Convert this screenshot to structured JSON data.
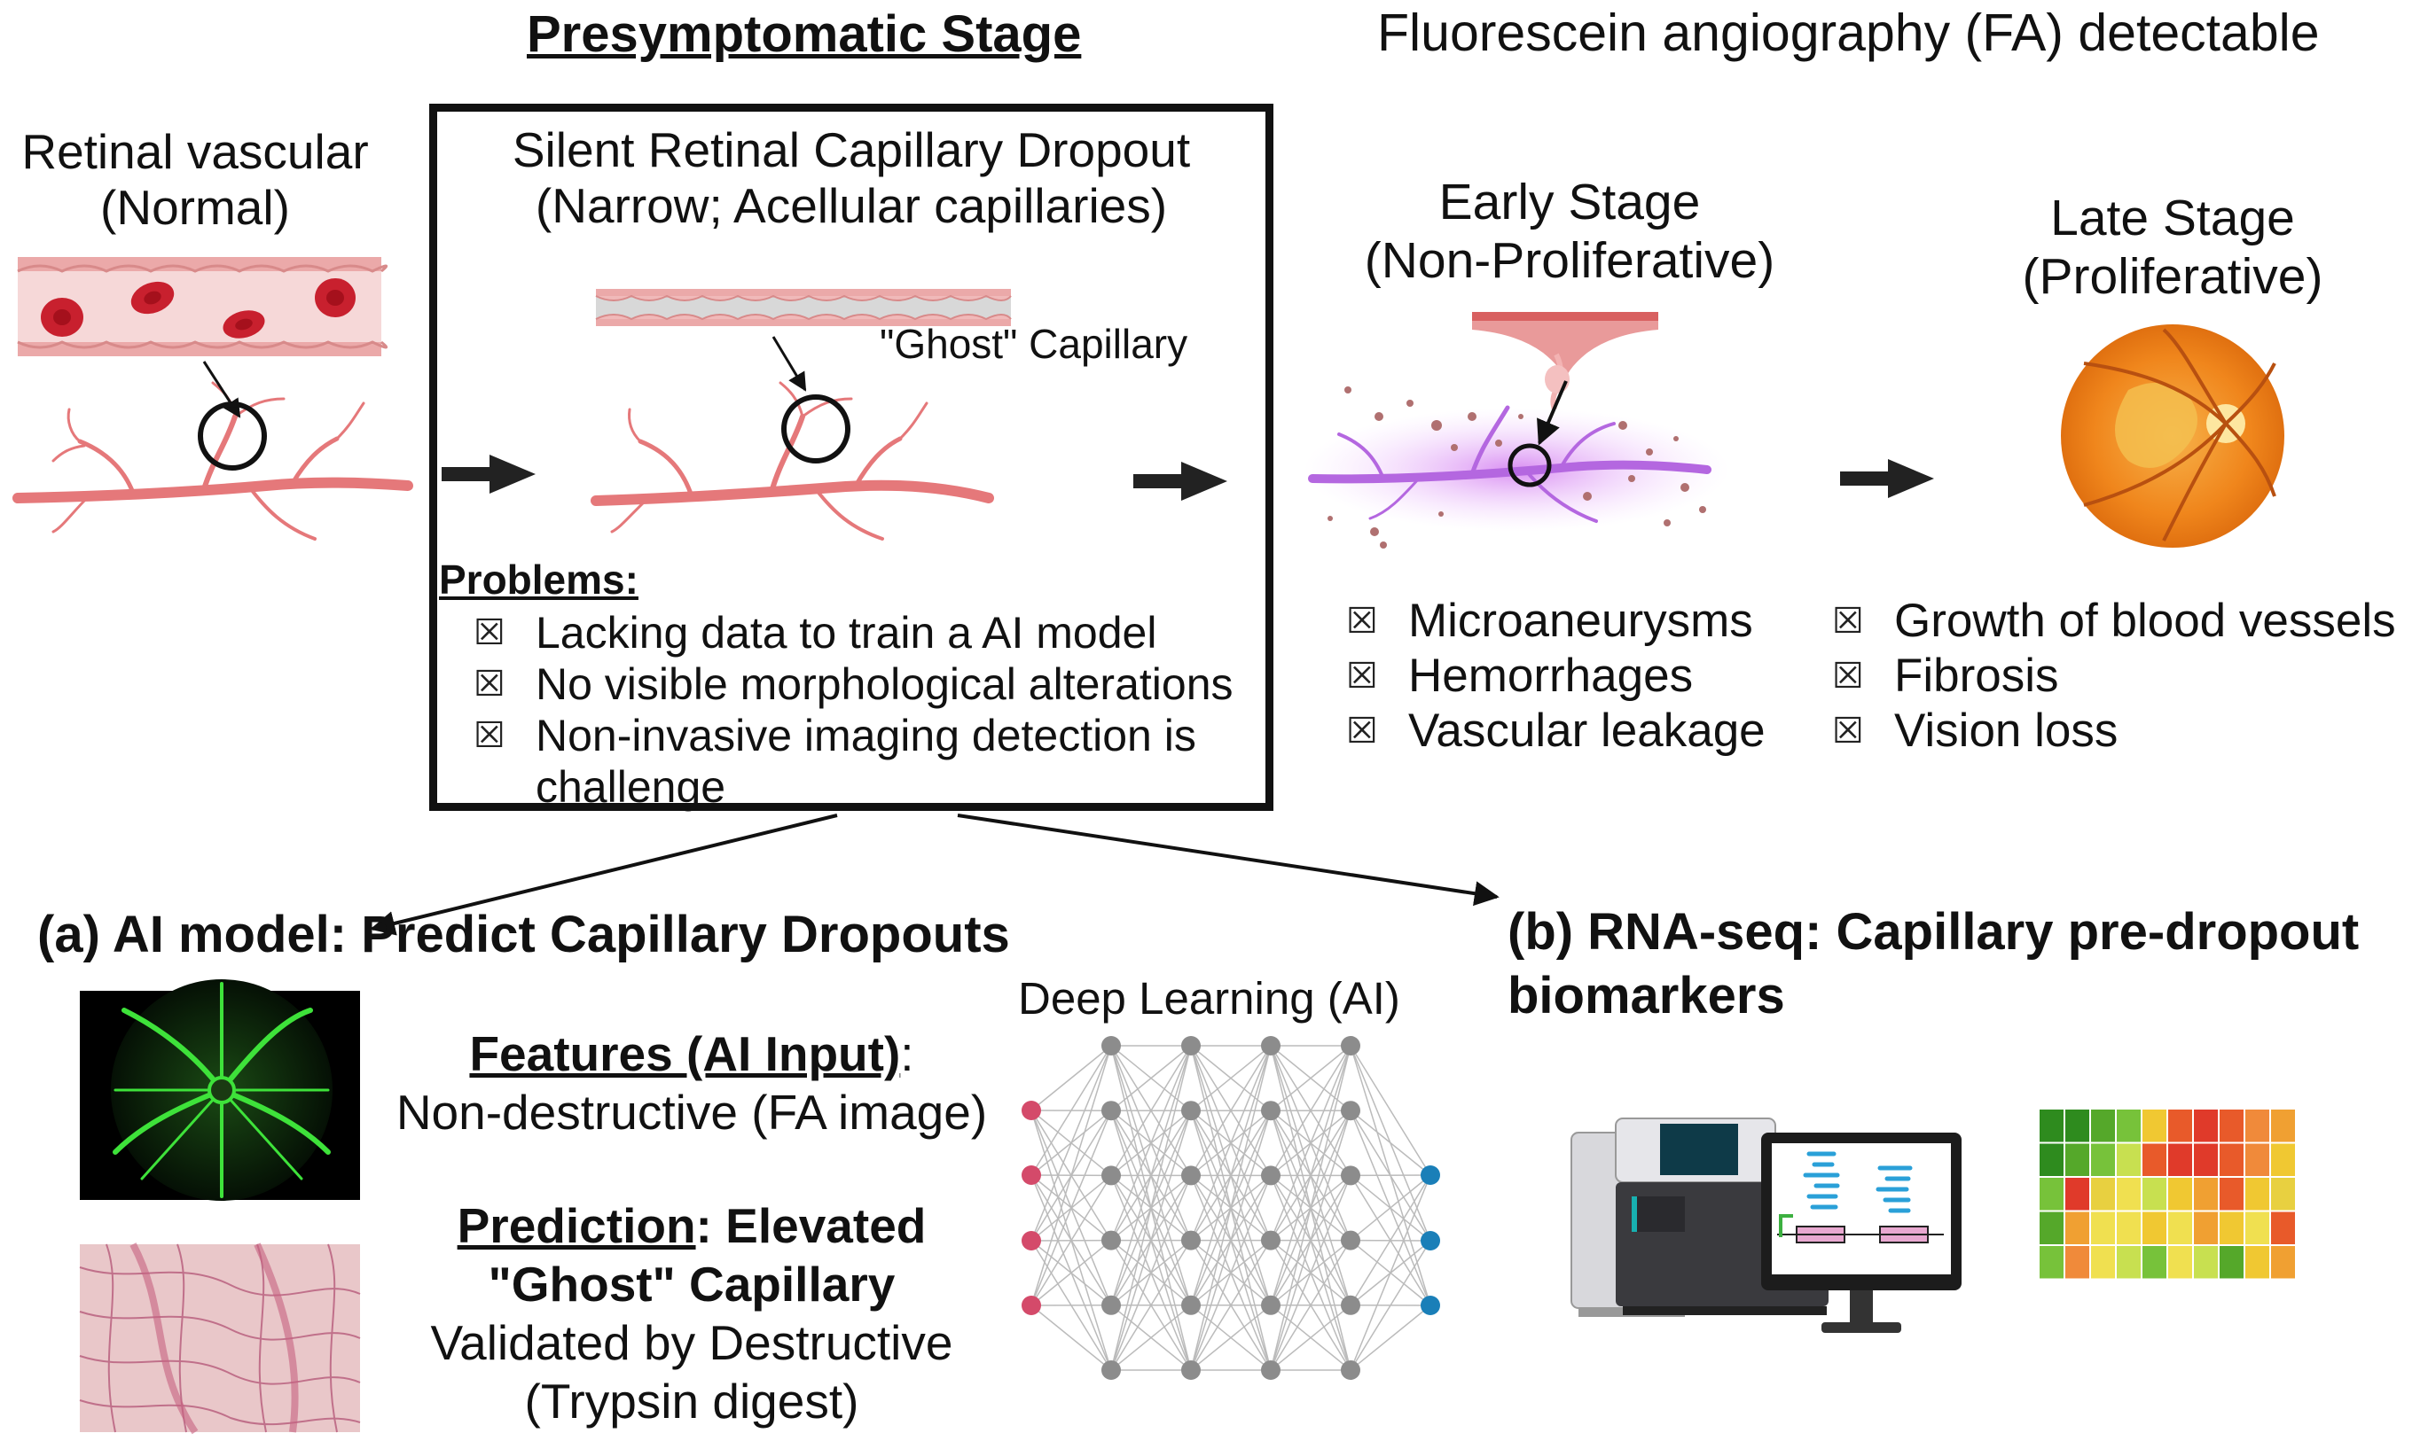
{
  "header": {
    "stage_title": "Presymptomatic Stage",
    "fa_title": "Fluorescein angiography (FA) detectable"
  },
  "normal": {
    "line1": "Retinal vascular",
    "line2": "(Normal)"
  },
  "dropout": {
    "line1": "Silent Retinal Capillary Dropout",
    "line2": "(Narrow; Acellular capillaries)",
    "ghost_label": "\"Ghost\" Capillary",
    "problems_heading": "Problems:",
    "problems": [
      "Lacking data to train a AI model",
      "No visible morphological alterations",
      "Non-invasive imaging detection is",
      "challenge"
    ]
  },
  "early": {
    "line1": "Early Stage",
    "line2": "(Non-Proliferative)",
    "items": [
      "Microaneurysms",
      "Hemorrhages",
      "Vascular leakage"
    ]
  },
  "late": {
    "line1": "Late Stage",
    "line2": "(Proliferative)",
    "items": [
      "Growth of blood vessels",
      "Fibrosis",
      "Vision loss"
    ]
  },
  "bullet_glyph": "☒",
  "section_a": {
    "title": "(a) AI model: Predict Capillary Dropouts",
    "features_label": "Features (AI Input)",
    "features_colon": ":",
    "features_value": "Non-destructive (FA image)",
    "prediction_label": "Prediction",
    "prediction_rest": ": Elevated",
    "prediction_line2": "\"Ghost\" Capillary",
    "validated_line1": "Validated by Destructive",
    "validated_line2": "(Trypsin digest)",
    "dl_label": "Deep Learning (AI)"
  },
  "section_b": {
    "title_line1": "(b) RNA-seq: Capillary pre-dropout",
    "title_line2": "biomarkers"
  },
  "colors": {
    "vessel": "#e5787a",
    "rbc": "#cc2233",
    "fa_green": "#3ee23a",
    "input_node": "#d44a6a",
    "hidden_node": "#8c8c8c",
    "output_node": "#1a7fb8",
    "retina_orange": "#f08a1e"
  },
  "heatmap": [
    [
      "#2e8b1e",
      "#2e8b1e",
      "#55a82a",
      "#77c23a",
      "#f0c832",
      "#e85a2a",
      "#e03a2a",
      "#e85a2a",
      "#f08a3a",
      "#f0a032"
    ],
    [
      "#2e8b1e",
      "#55a82a",
      "#77c23a",
      "#c8e050",
      "#e85a2a",
      "#e03a2a",
      "#e03a2a",
      "#e85a2a",
      "#f08a3a",
      "#f0c832"
    ],
    [
      "#77c23a",
      "#e03a2a",
      "#e8d040",
      "#f0e050",
      "#c8e050",
      "#f0c832",
      "#f0a032",
      "#e85a2a",
      "#f0c832",
      "#e8d040"
    ],
    [
      "#55a82a",
      "#f0a032",
      "#f0e050",
      "#f0e050",
      "#f0c832",
      "#f0e050",
      "#f0a032",
      "#f0c832",
      "#f0e050",
      "#e85a2a"
    ],
    [
      "#77c23a",
      "#f08a3a",
      "#f0e050",
      "#c8e050",
      "#77c23a",
      "#f0e050",
      "#c8e050",
      "#55a82a",
      "#f0c832",
      "#f0a032"
    ]
  ]
}
